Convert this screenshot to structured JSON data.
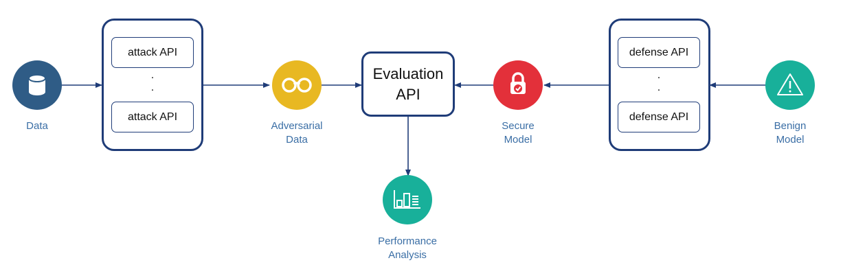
{
  "nodes": {
    "data": {
      "label": "Data",
      "color": "#2f5c86",
      "icon": "database-icon"
    },
    "adversarial": {
      "label_line1": "Adversarial",
      "label_line2": "Data",
      "color": "#e8b822",
      "icon": "glasses-icon"
    },
    "secure": {
      "label_line1": "Secure",
      "label_line2": "Model",
      "color": "#e3303a",
      "icon": "lock-check-icon"
    },
    "benign": {
      "label_line1": "Benign",
      "label_line2": "Model",
      "color": "#18b09a",
      "icon": "warning-icon"
    },
    "performance": {
      "label_line1": "Performance",
      "label_line2": "Analysis",
      "color": "#18b09a",
      "icon": "bar-chart-icon"
    }
  },
  "attack_group": {
    "top_label": "attack API",
    "bottom_label": "attack API",
    "dot1": ".",
    "dot2": "."
  },
  "defense_group": {
    "top_label": "defense API",
    "bottom_label": "defense API",
    "dot1": ".",
    "dot2": "."
  },
  "evaluation": {
    "line1": "Evaluation",
    "line2": "API"
  },
  "colors": {
    "box_border": "#1f3c78",
    "arrow": "#1f3c78",
    "label_text": "#3a6ea5"
  }
}
